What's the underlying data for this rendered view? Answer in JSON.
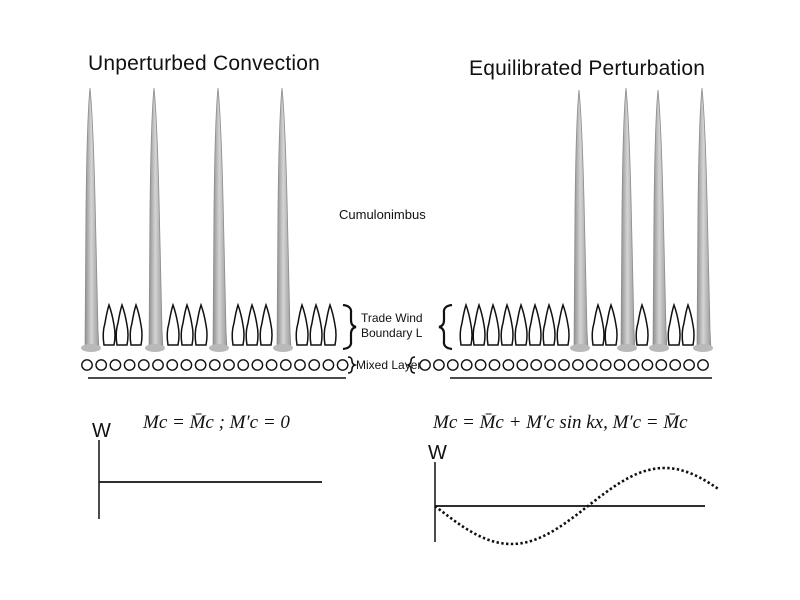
{
  "titles": {
    "left": "Unperturbed Convection",
    "right": "Equilibrated Perturbation"
  },
  "layers": {
    "deep": "Cumulonimbus",
    "trade_line1": "Trade Wind",
    "trade_line2": "Boundary L",
    "mixed": "Mixed Layer"
  },
  "equations": {
    "left": "Mc = M̄c ;  M′c = 0",
    "right": "Mc = M̄c + M′c sin kx,  M′c = M̄c"
  },
  "plots": {
    "left_axis_label": "W",
    "right_axis_label": "W",
    "right_curve": "sine (dotted)"
  },
  "colors": {
    "tower": "#b9b9b9",
    "tower_edge": "#8c8c8c",
    "ink": "#111111"
  }
}
